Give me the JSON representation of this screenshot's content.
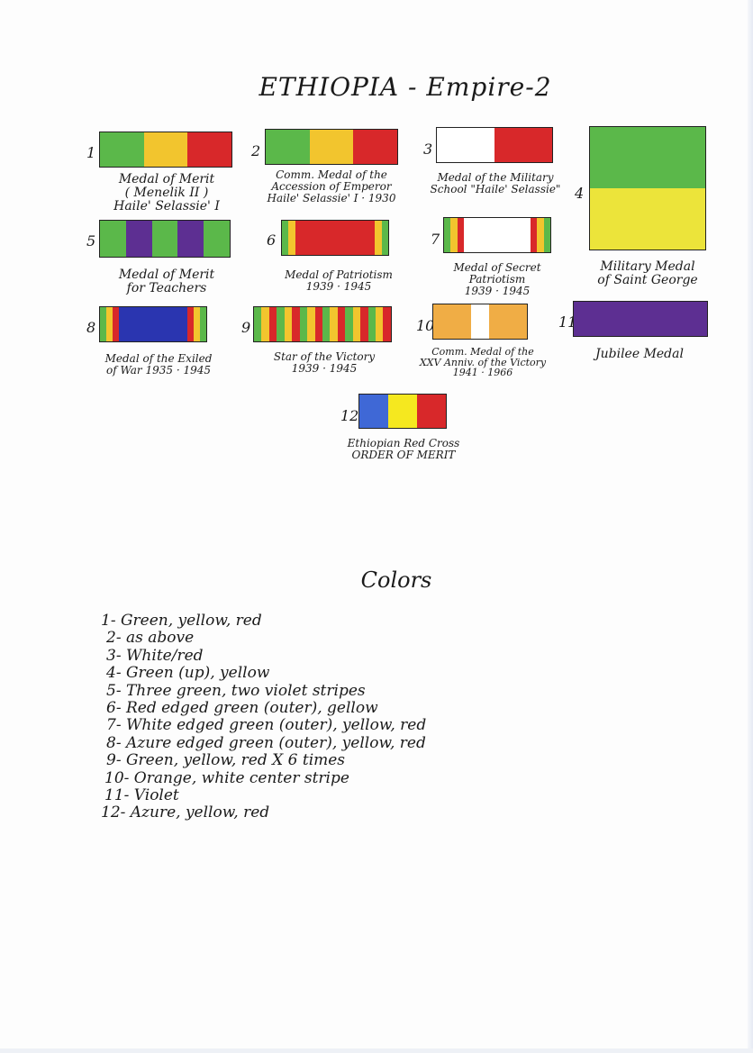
{
  "title": "ETHIOPIA - Empire-2",
  "colors_heading": "Colors",
  "palette": {
    "green": "#5bb84a",
    "yellow": "#f2c52e",
    "red": "#d8282a",
    "white": "#ffffff",
    "violet": "#5d2f92",
    "azure": "#2a35b0",
    "orange": "#f0ad45",
    "blue": "#3f68d6",
    "bright_yellow": "#f5e81f",
    "military_yellow": "#ece43a"
  },
  "ribbons": [
    {
      "number": "1",
      "caption": "Medal of Merit\n( Menelik II )\nHaile' Selassie' I"
    },
    {
      "number": "2",
      "caption": "Comm. Medal of the\nAccession of Emperor\nHaile' Selassie' I · 1930"
    },
    {
      "number": "3",
      "caption": "Medal of the Military\nSchool \"Haile' Selassie\""
    },
    {
      "number": "4",
      "caption": "Military Medal\nof Saint George"
    },
    {
      "number": "5",
      "caption": "Medal of Merit\nfor Teachers"
    },
    {
      "number": "6",
      "caption": "Medal of Patriotism\n1939 · 1945"
    },
    {
      "number": "7",
      "caption": "Medal of Secret\nPatriotism\n1939 · 1945"
    },
    {
      "number": "8",
      "caption": "Medal of the Exiled\nof War 1935 · 1945"
    },
    {
      "number": "9",
      "caption": "Star of the Victory\n1939 · 1945"
    },
    {
      "number": "10",
      "caption": "Comm. Medal of the\nXXV Anniv. of the Victory\n1941 · 1966"
    },
    {
      "number": "11",
      "caption": "Jubilee Medal"
    },
    {
      "number": "12",
      "caption": "Ethiopian Red Cross\nORDER OF MERIT"
    }
  ],
  "color_notes": [
    "1- Green, yellow, red",
    "2- as above",
    "3- White/red",
    "4- Green (up), yellow",
    "5- Three green, two violet stripes",
    "6- Red edged green (outer), gellow",
    "7- White edged green (outer), yellow, red",
    "8- Azure edged green (outer), yellow, red",
    "9- Green, yellow, red X 6 times",
    "10- Orange, white center stripe",
    "11- Violet",
    "12- Azure, yellow, red"
  ]
}
